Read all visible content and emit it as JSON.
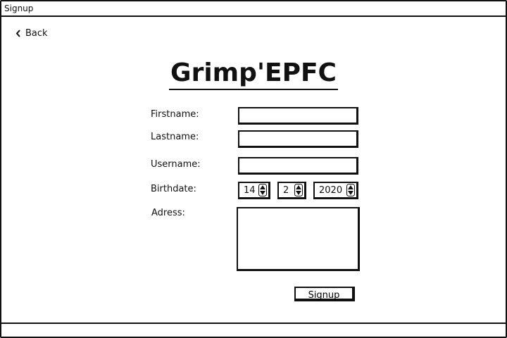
{
  "window": {
    "title": "Signup"
  },
  "nav": {
    "back_label": "Back",
    "back_icon": "chevron-left"
  },
  "header": {
    "title": "Grimp'EPFC"
  },
  "form": {
    "firstname": {
      "label": "Firstname:",
      "value": ""
    },
    "lastname": {
      "label": "Lastname:",
      "value": ""
    },
    "username": {
      "label": "Username:",
      "value": ""
    },
    "birthdate": {
      "label": "Birthdate:",
      "day": "14",
      "month": "2",
      "year": "2020"
    },
    "address": {
      "label": "Adress:",
      "value": ""
    },
    "submit_label": "Signup"
  }
}
